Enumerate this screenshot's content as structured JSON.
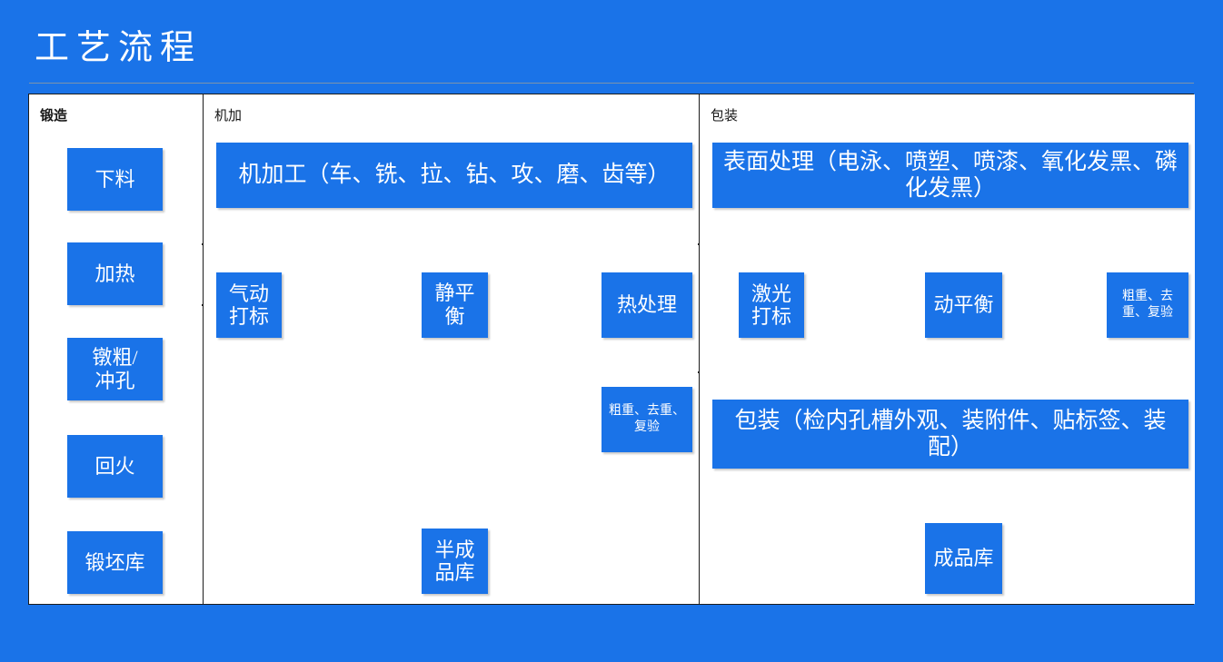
{
  "slide": {
    "title": "工艺流程",
    "title_color": "#ffffff",
    "background_color": "#1a73e8",
    "node_color": "#1a73e8",
    "panel_background": "#ffffff",
    "connector_color": "#1c1c1c"
  },
  "panels": [
    {
      "header": "锻造"
    },
    {
      "header": "机加"
    },
    {
      "header": "包装"
    }
  ],
  "nodes": {
    "xialiao": "下料",
    "jiare": "加热",
    "duncu_chongkong": "镦粗/\n冲孔",
    "huihuo": "回火",
    "duanpeiku": "锻坯库",
    "jijiagong": "机加工（车、铣、拉、钻、攻、磨、齿等）",
    "qidongdabiao": "气动打标",
    "jingpingheng": "静平衡",
    "rechuli": "热处理",
    "cuzhong_ji": "粗重、去重、复验",
    "banchengpinku": "半成品库",
    "biaomianchuli": "表面处理（电泳、喷塑、喷漆、氧化发黑、磷化发黑）",
    "jiguangdabiao": "激光打标",
    "dongpingheng": "动平衡",
    "cuzhong_bao": "粗重、去重、复验",
    "baozhuang": "包装（检内孔槽外观、装附件、贴标签、装配）",
    "chengpinku": "成品库"
  },
  "chart_data": {
    "type": "diagram",
    "title": "工艺流程",
    "lanes": [
      {
        "name": "锻造",
        "steps": [
          "下料",
          "加热",
          "镦粗/冲孔",
          "回火",
          "锻坯库"
        ]
      },
      {
        "name": "机加",
        "steps": [
          "机加工（车、铣、拉、钻、攻、磨、齿等）",
          "气动打标",
          "静平衡",
          "热处理",
          "粗重、去重、复验",
          "半成品库"
        ]
      },
      {
        "name": "包装",
        "steps": [
          "表面处理（电泳、喷塑、喷漆、氧化发黑、磷化发黑）",
          "激光打标",
          "动平衡",
          "粗重、去重、复验",
          "包装（检内孔槽外观、装附件、贴标签、装配）",
          "成品库"
        ]
      }
    ],
    "edges": [
      {
        "from": "下料",
        "to": "加热",
        "type": "arrow"
      },
      {
        "from": "加热",
        "to": "镦粗/冲孔",
        "type": "arrow"
      },
      {
        "from": "镦粗/冲孔",
        "to": "回火",
        "type": "arrow"
      },
      {
        "from": "回火",
        "to": "锻坯库",
        "type": "arrow"
      },
      {
        "from": "机加工（车、铣、拉、钻、攻、磨、齿等）",
        "to": "气动打标",
        "type": "arrow"
      },
      {
        "from": "机加工（车、铣、拉、钻、攻、磨、齿等）",
        "to": "静平衡",
        "type": "arrow"
      },
      {
        "from": "机加工（车、铣、拉、钻、攻、磨、齿等）",
        "to": "热处理",
        "type": "arrow"
      },
      {
        "from": "气动打标",
        "to": "静平衡",
        "type": "arrow"
      },
      {
        "from": "静平衡",
        "to": "粗重、去重、复验",
        "type": "double-arrow"
      },
      {
        "from": "静平衡",
        "to": "半成品库",
        "type": "arrow"
      },
      {
        "from": "表面处理（电泳、喷塑、喷漆、氧化发黑、磷化发黑）",
        "to": "激光打标",
        "type": "arrow"
      },
      {
        "from": "表面处理（电泳、喷塑、喷漆、氧化发黑、磷化发黑）",
        "to": "动平衡",
        "type": "arrow"
      },
      {
        "from": "动平衡",
        "to": "粗重、去重、复验",
        "type": "double-arrow"
      },
      {
        "from": "激光打标",
        "to": "包装（检内孔槽外观、装附件、贴标签、装配）",
        "type": "arrow"
      },
      {
        "from": "动平衡",
        "to": "包装（检内孔槽外观、装附件、贴标签、装配）",
        "type": "arrow"
      },
      {
        "from": "包装（检内孔槽外观、装附件、贴标签、装配）",
        "to": "成品库",
        "type": "arrow"
      }
    ]
  }
}
